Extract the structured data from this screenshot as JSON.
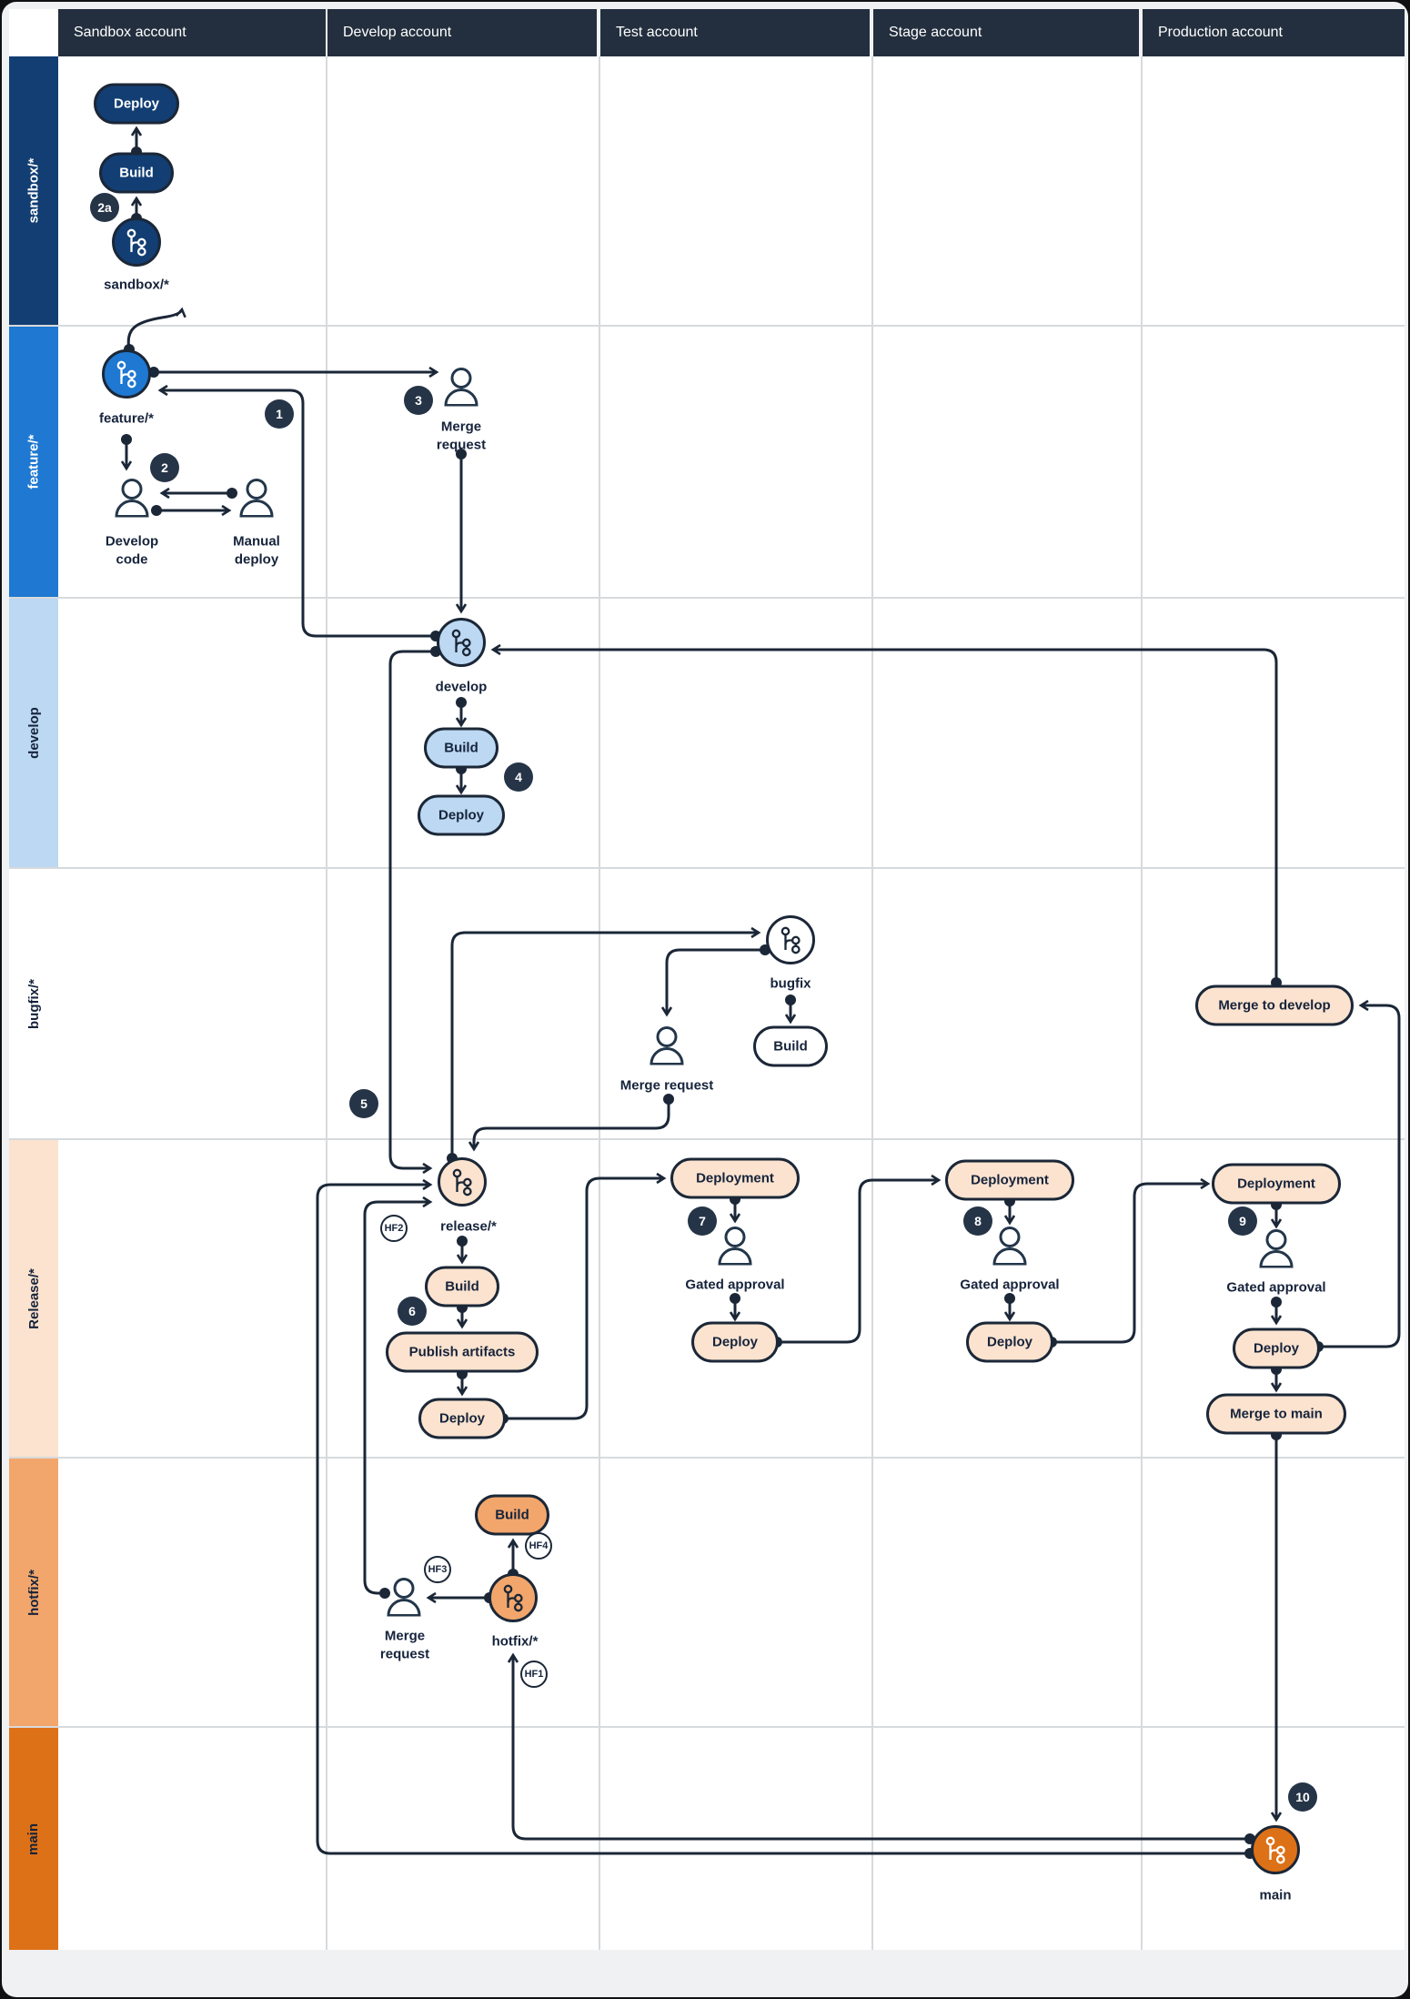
{
  "header": {
    "columns": [
      "Sandbox account",
      "Develop account",
      "Test account",
      "Stage account",
      "Production account"
    ]
  },
  "lanes": [
    {
      "label": "sandbox/*",
      "color": "#123E73",
      "text": "#FFFFFF"
    },
    {
      "label": "feature/*",
      "color": "#1F78D1",
      "text": "#FFFFFF"
    },
    {
      "label": "develop",
      "color": "#BCD8F2",
      "text": "#16233B"
    },
    {
      "label": "bugfix/*",
      "color": "#FFFFFF",
      "text": "#16233B"
    },
    {
      "label": "Release/*",
      "color": "#FBE3CF",
      "text": "#16233B"
    },
    {
      "label": "hotfix/*",
      "color": "#F2A66B",
      "text": "#16233B"
    },
    {
      "label": "main",
      "color": "#DD7117",
      "text": "#16233B"
    }
  ],
  "colors": {
    "header_bg": "#232F3E",
    "edge": "#1B2737",
    "badge": "#253447",
    "grid": "#D7DADC",
    "canvas": "#F0F1F3",
    "sandbox_node": "#123E73",
    "feature_node": "#1F78D1",
    "develop_node": "#BCD8F2",
    "bugfix_node": "#FFFFFF",
    "release_node": "#FBE3CF",
    "hotfix_node": "#F2A66B",
    "main_node": "#DD7117"
  },
  "sandbox": {
    "deploy": "Deploy",
    "build": "Build",
    "branch_label": "sandbox/*",
    "badge_2a": "2a"
  },
  "feature": {
    "branch_label": "feature/*",
    "badge_1": "1",
    "badge_2": "2",
    "badge_3": "3",
    "develop_code": "Develop\ncode",
    "manual_deploy": "Manual\ndeploy",
    "merge_request": "Merge\nrequest"
  },
  "develop": {
    "branch_label": "develop",
    "build": "Build",
    "deploy": "Deploy",
    "badge_4": "4",
    "badge_5": "5"
  },
  "bugfix": {
    "branch_label": "bugfix",
    "build": "Build",
    "merge_request": "Merge request",
    "merge_to_develop": "Merge to develop"
  },
  "release": {
    "branch_label": "release/*",
    "build": "Build",
    "publish": "Publish artifacts",
    "deploy": "Deploy",
    "badge_6": "6",
    "test_deployment": "Deployment",
    "test_badge": "7",
    "test_gated": "Gated approval",
    "test_deploy": "Deploy",
    "stage_deployment": "Deployment",
    "stage_badge": "8",
    "stage_gated": "Gated approval",
    "stage_deploy": "Deploy",
    "prod_deployment": "Deployment",
    "prod_badge": "9",
    "prod_gated": "Gated approval",
    "prod_deploy": "Deploy",
    "merge_to_main": "Merge to main"
  },
  "hotfix": {
    "branch_label": "hotfix/*",
    "build": "Build",
    "merge_request": "Merge\nrequest",
    "hf1": "HF1",
    "hf2": "HF2",
    "hf3": "HF3",
    "hf4": "HF4"
  },
  "main": {
    "branch_label": "main",
    "badge_10": "10"
  }
}
